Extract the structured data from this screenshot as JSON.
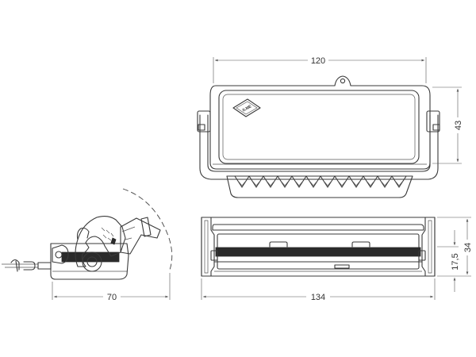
{
  "logo": {
    "text": "ILME"
  },
  "dimensions": {
    "top_width": "120",
    "top_height": "43",
    "front_width": "134",
    "front_height": "34",
    "front_partial": "17,5",
    "side_width": "70"
  },
  "colors": {
    "line": "#3a3a3a",
    "seal": "#2b2b2b",
    "background": "#ffffff"
  }
}
